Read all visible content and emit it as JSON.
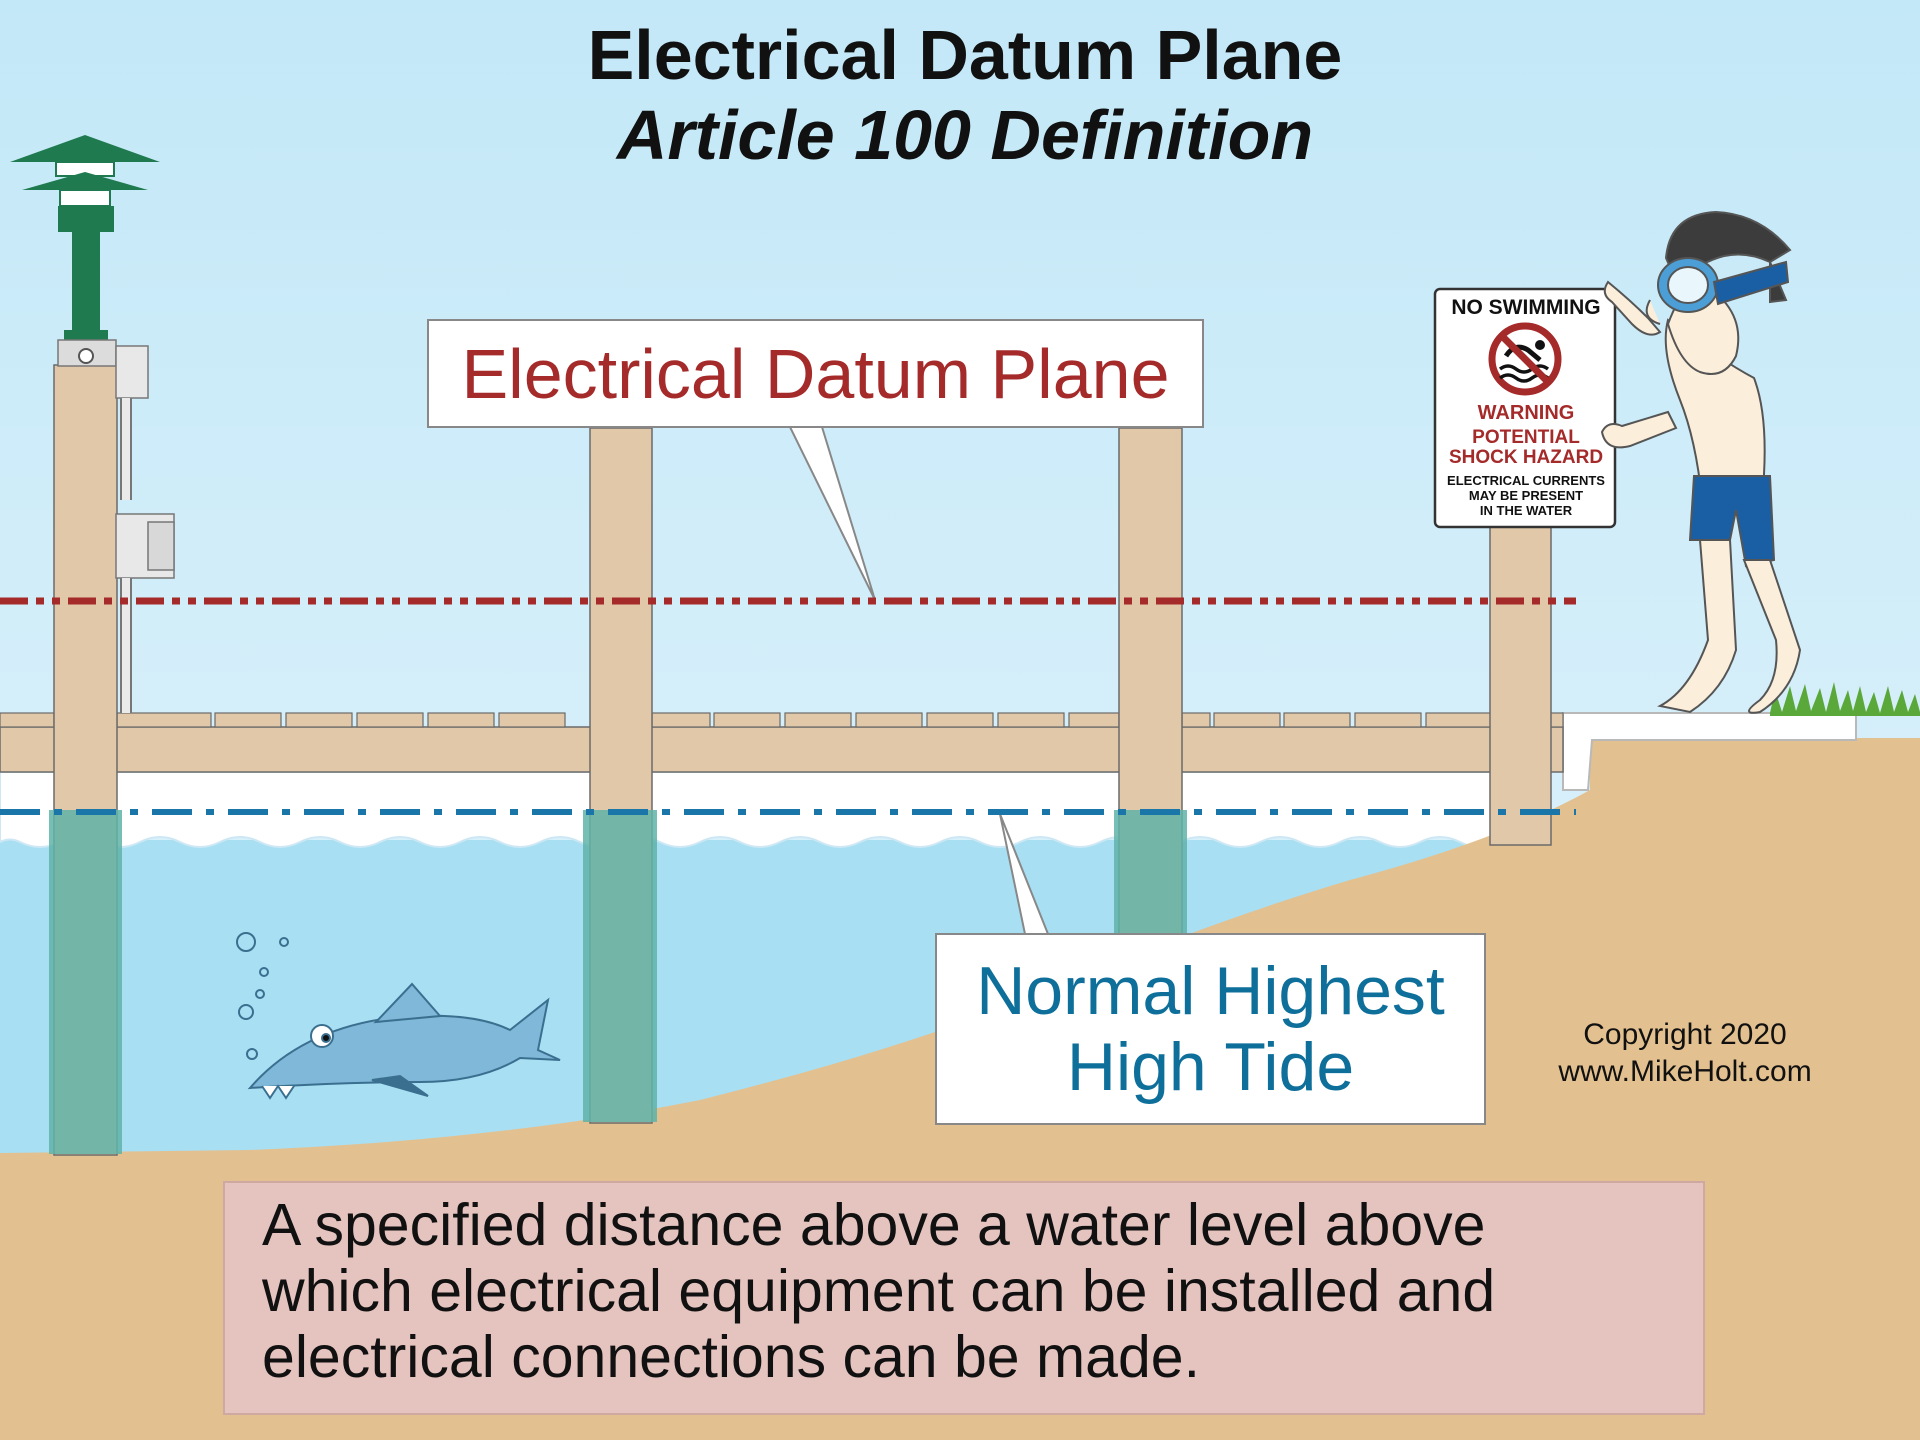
{
  "title": "Electrical Datum Plane",
  "subtitle": "Article 100 Definition",
  "callouts": {
    "datum_plane": "Electrical Datum Plane",
    "tide_line1": "Normal Highest",
    "tide_line2": "High Tide"
  },
  "sign": {
    "heading": "NO SWIMMING",
    "warning": "WARNING",
    "hazard_line1": "POTENTIAL",
    "hazard_line2": "SHOCK HAZARD",
    "note_line1": "ELECTRICAL CURRENTS",
    "note_line2": "MAY BE PRESENT",
    "note_line3": "IN THE WATER"
  },
  "copyright": {
    "line1": "Copyright 2020",
    "line2": "www.MikeHolt.com"
  },
  "definition": {
    "line1": "A specified distance above a water level above",
    "line2": "which electrical equipment can be installed and",
    "line3": "electrical connections can be made."
  },
  "colors": {
    "datum_line": "#a52a2a",
    "tide_line": "#1a76a8",
    "sky": "#c9ecf8",
    "water": "#a9dff3",
    "sand": "#e3c08f",
    "wood": "#e0c8a8",
    "definition_box": "#e5c4bf"
  }
}
